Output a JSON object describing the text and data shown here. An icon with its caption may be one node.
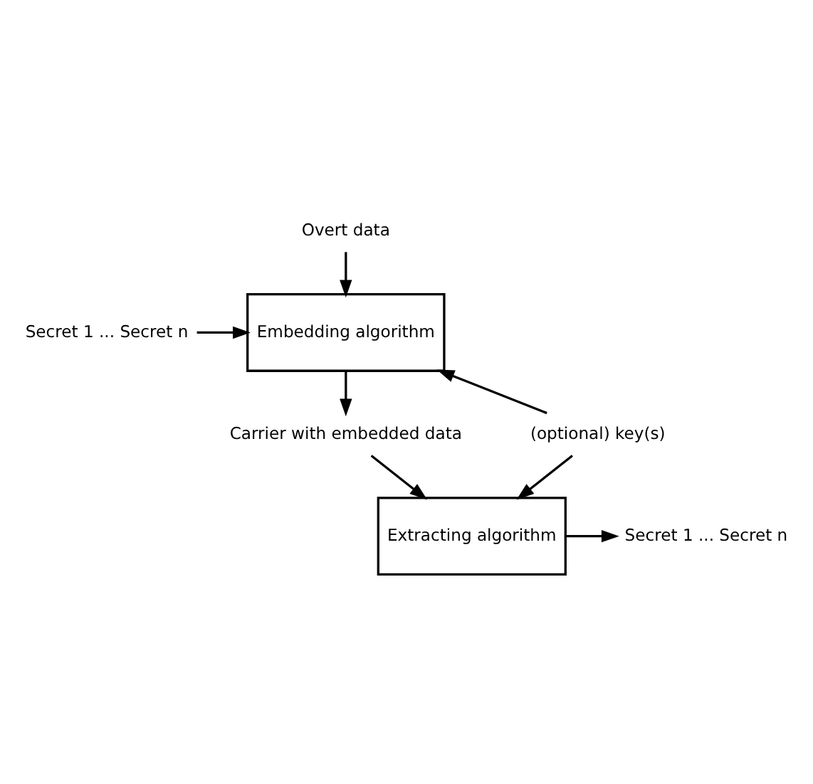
{
  "diagram": {
    "nodes": [
      {
        "text": [
          "Overt data"
        ]
      },
      {
        "text": [
          "Embedding algorithm"
        ]
      },
      {
        "text": [
          "Secret 1 ... Secret n"
        ]
      },
      {
        "text": [
          "(optional) key(s)"
        ]
      },
      {
        "text": [
          "Carrier with embedded data"
        ]
      },
      {
        "text": [
          "Extracting algorithm"
        ]
      },
      {
        "text": [
          "Secret 1 ... Secret n"
        ]
      }
    ],
    "edges": [
      {
        "from": 0,
        "to": 1,
        "arrow": "to"
      },
      {
        "from": 2,
        "to": 1,
        "arrow": "to"
      },
      {
        "from": 3,
        "to": 1,
        "arrow": "to"
      },
      {
        "from": 1,
        "to": 4,
        "arrow": "to"
      },
      {
        "from": 3,
        "to": 5,
        "arrow": "to"
      },
      {
        "from": 4,
        "to": 5,
        "arrow": "to"
      },
      {
        "from": 5,
        "to": 6,
        "arrow": "to"
      }
    ]
  }
}
